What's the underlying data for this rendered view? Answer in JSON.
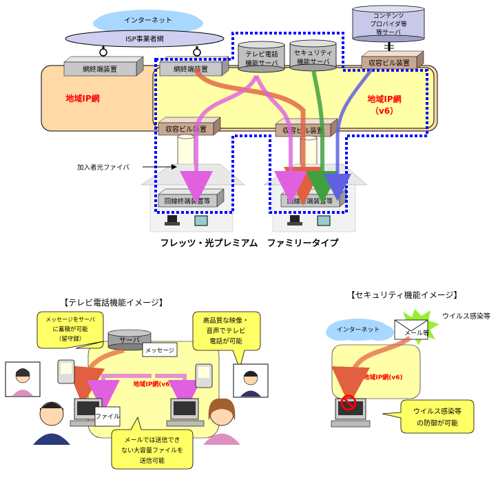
{
  "top": {
    "internet": "インターネット",
    "isp_network": "ISP事業者網",
    "terminal_left": "網終端装置",
    "terminal_center": "網終端装置",
    "tv_phone_server_line1": "テレビ電話",
    "tv_phone_server_line2": "機能サーバ",
    "security_server_line1": "セキュリティ",
    "security_server_line2": "機能サーバ",
    "content_server_line1": "コンテンツ",
    "content_server_line2": "プロバイダ等",
    "content_server_line3": "等サーバ",
    "housing_right": "収容ビル装置",
    "regional_ip_net": "地域IP網",
    "regional_ip_net_v6_line1": "地域IP網",
    "regional_ip_net_v6_line2": "（v6）",
    "housing_left": "収容ビル装置",
    "housing_center": "収容ビル装置",
    "subscriber_fiber": "加入者光ファイバ",
    "line_terminal_left": "回線終端装置等",
    "line_terminal_right": "回線終端装置等",
    "caption": "フレッツ・光プレミアム　ファミリータイプ"
  },
  "tv_phone": {
    "title": "【テレビ電話機能イメージ】",
    "bubble_message": [
      "メッセージをサーバ",
      "に蓄積が可能",
      "（留守録）"
    ],
    "server": "サーバ",
    "message_doc": "メッセージ",
    "regional": "地域IP網(v6)",
    "file_doc": "ファイル",
    "bubble_quality": [
      "高品質な映像・",
      "音声でテレビ",
      "電話が可能"
    ],
    "bubble_file": [
      "メールでは送信でき",
      "ない大容量ファイルを",
      "送信可能"
    ]
  },
  "security": {
    "title": "【セキュリティ機能イメージ】",
    "internet": "インターネット",
    "mail": "メール等",
    "virus": "ウイルス感染等",
    "regional": "地域IP網(v6)",
    "bubble_prevent": [
      "ウイルス感染等",
      "の防御が可能"
    ]
  },
  "colors": {
    "regional_net_fill": "#ffd9a8",
    "v6_net_fill": "#ffffa8",
    "dotted_blue": "#0000ff",
    "arrow_pink": "#e060e0",
    "arrow_orange": "#e06040",
    "arrow_green": "#40a040",
    "arrow_blue": "#6060e0",
    "cloud_blue": "#a8d8ff",
    "bubble_yellow": "#ffff66",
    "red_label": "#ff0000"
  }
}
